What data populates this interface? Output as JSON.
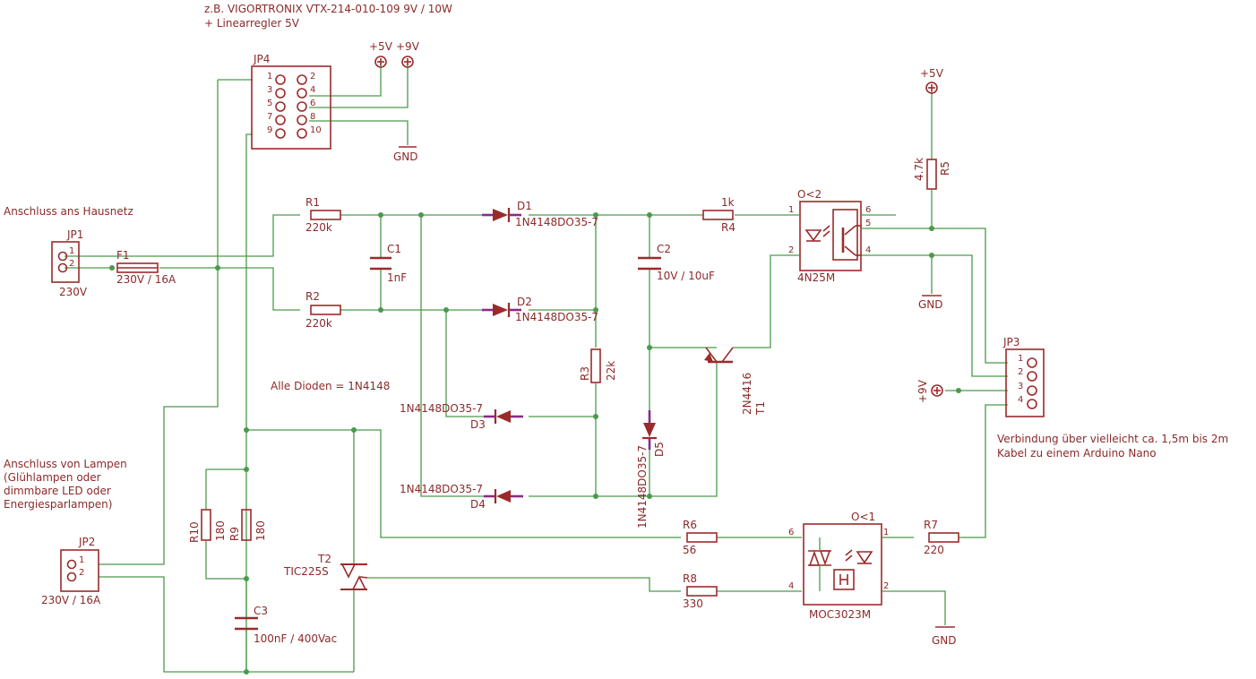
{
  "notes": {
    "psu_line1": "z.B. VIGORTRONIX  VTX-214-010-109   9V / 10W",
    "psu_line2": "+ Linearregler 5V",
    "mains": "Anschluss ans Hausnetz",
    "lamps": [
      "Anschluss von Lampen",
      "(Glühlampen oder",
      "dimmbare LED oder",
      "Energiesparlampen)"
    ],
    "diodes": "Alle Dioden = 1N4148",
    "cable": [
      "Verbindung über vielleicht ca. 1,5m bis 2m",
      "Kabel zu einem Arduino Nano"
    ]
  },
  "connectors": {
    "jp1": {
      "name": "JP1",
      "value": "230V",
      "pins": [
        "1",
        "2"
      ]
    },
    "jp2": {
      "name": "JP2",
      "value": "230V / 16A",
      "pins": [
        "1",
        "2"
      ]
    },
    "jp3": {
      "name": "JP3",
      "pins": [
        "1",
        "2",
        "3",
        "4"
      ]
    },
    "jp4": {
      "name": "JP4",
      "pins_left": [
        "1",
        "3",
        "5",
        "7",
        "9"
      ],
      "pins_right": [
        "2",
        "4",
        "6",
        "8",
        "10"
      ]
    }
  },
  "supplies": {
    "p5v_a": "+5V",
    "p9v_a": "+9V",
    "p5v_b": "+5V",
    "p9v_b": "+9V",
    "gnd": "GND"
  },
  "components": {
    "f1": {
      "name": "F1",
      "value": "230V / 16A"
    },
    "r1": {
      "name": "R1",
      "value": "220k"
    },
    "r2": {
      "name": "R2",
      "value": "220k"
    },
    "r3": {
      "name": "R3",
      "value": "22k"
    },
    "r4": {
      "name": "R4",
      "value": "1k"
    },
    "r5": {
      "name": "R5",
      "value": "4.7k"
    },
    "r6": {
      "name": "R6",
      "value": "56"
    },
    "r7": {
      "name": "R7",
      "value": "220"
    },
    "r8": {
      "name": "R8",
      "value": "330"
    },
    "r9": {
      "name": "R9",
      "value": "180"
    },
    "r10": {
      "name": "R10",
      "value": "180"
    },
    "c1": {
      "name": "C1",
      "value": "1nF"
    },
    "c2": {
      "name": "C2",
      "value": "10V / 10uF"
    },
    "c3": {
      "name": "C3",
      "value": "100nF / 400Vac"
    },
    "d1": {
      "name": "D1",
      "value": "1N4148DO35-7"
    },
    "d2": {
      "name": "D2",
      "value": "1N4148DO35-7"
    },
    "d3": {
      "name": "D3",
      "value": "1N4148DO35-7"
    },
    "d4": {
      "name": "D4",
      "value": "1N4148DO35-7"
    },
    "d5": {
      "name": "D5",
      "value": "1N4148DO35-7"
    },
    "t1": {
      "name": "T1",
      "value": "2N4416"
    },
    "t2": {
      "name": "T2",
      "value": "TIC225S"
    },
    "ok2": {
      "name": "O<2",
      "value": "4N25M",
      "pins": [
        "1",
        "2",
        "6",
        "5",
        "4"
      ]
    },
    "ok1": {
      "name": "O<1",
      "value": "MOC3023M",
      "pins": [
        "6",
        "4",
        "1",
        "2"
      ]
    }
  }
}
